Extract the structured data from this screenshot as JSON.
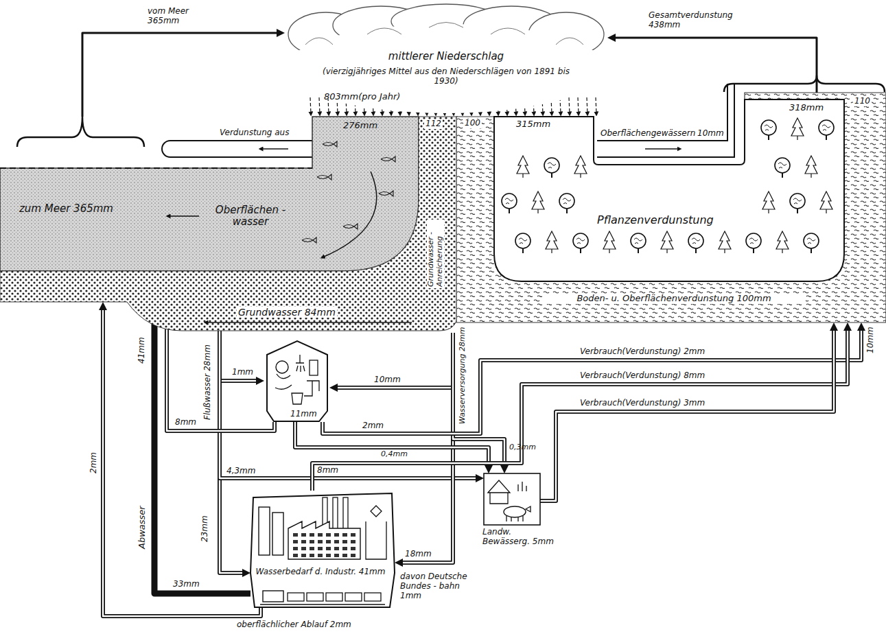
{
  "diagram": {
    "nodes": [
      {
        "text": [
          "mittlerer Niederschlag",
          "(vierzigjähriges Mittel aus den Niederschlägen von 1891 bis 1930)",
          "803mm(pro Jahr)"
        ]
      },
      {
        "text": [
          "276mm",
          "zum Meer 365mm",
          "Oberflächen - wasser"
        ]
      },
      {
        "text": [
          "112",
          "Grundwasser - Anreicherung",
          "Grundwasser 84mm"
        ]
      },
      {
        "text": [
          "100",
          "110",
          "Boden- u. Oberflächenverdunstung 100mm"
        ]
      },
      {
        "text": [
          "315mm",
          "318mm",
          "Pflanzenverdunstung"
        ],
        "in": 3
      },
      {
        "text": [
          "11mm"
        ]
      },
      {
        "text": [
          "Wasserbedarf d. Industr. 41mm",
          "davon Deutsche Bundes - bahn 1mm"
        ]
      },
      {
        "text": [
          "Landw. Bewässerg. 5mm"
        ]
      }
    ],
    "edges": [
      {
        "from": 1,
        "to": 0,
        "arrow": "to",
        "label": "vom Meer 365mm"
      },
      {
        "from": 3,
        "to": 0,
        "arrow": "to",
        "label": "Gesamtverdunstung 438mm"
      },
      {
        "from": 1,
        "to": 5,
        "arrow": "to",
        "label": "1mm"
      },
      {
        "from": 1,
        "to": 6,
        "arrow": "to",
        "label": "23mm"
      },
      {
        "from": 1,
        "to": 7,
        "arrow": "to",
        "label": "4,3mm"
      },
      {
        "from": 2,
        "to": 5,
        "arrow": "to",
        "label": "10mm"
      },
      {
        "from": 2,
        "to": 6,
        "arrow": "to",
        "label": "18mm"
      },
      {
        "from": 2,
        "to": 7,
        "arrow": "to",
        "label": "0,3mm"
      },
      {
        "from": 5,
        "to": 1,
        "arrow": "to",
        "label": "8mm"
      },
      {
        "from": 6,
        "to": 1,
        "arrow": "to",
        "label": "33mm"
      },
      {
        "from": 5,
        "to": 7,
        "arrow": "to",
        "label": "0,4mm"
      },
      {
        "from": 5,
        "to": 3,
        "arrow": "to",
        "label": "Verbrauch(Verdunstung) 2mm"
      },
      {
        "from": 6,
        "to": 3,
        "arrow": "to",
        "label": "Verbrauch(Verdunstung) 8mm"
      },
      {
        "from": 7,
        "to": 3,
        "arrow": "to",
        "label": "Verbrauch(Verdunstung) 3mm"
      },
      {
        "from": 6,
        "to": 1,
        "arrow": "to",
        "label": "oberflächlicher Ablauf 2mm"
      }
    ],
    "labels": [
      "Verdunstung aus",
      "Oberflächengewässern",
      "10mm",
      "Flußwasser 28mm",
      "Wasserversorgung 28mm",
      "2mm",
      "8mm",
      "41mm",
      "Abwasser",
      "2mm",
      "10mm"
    ]
  }
}
